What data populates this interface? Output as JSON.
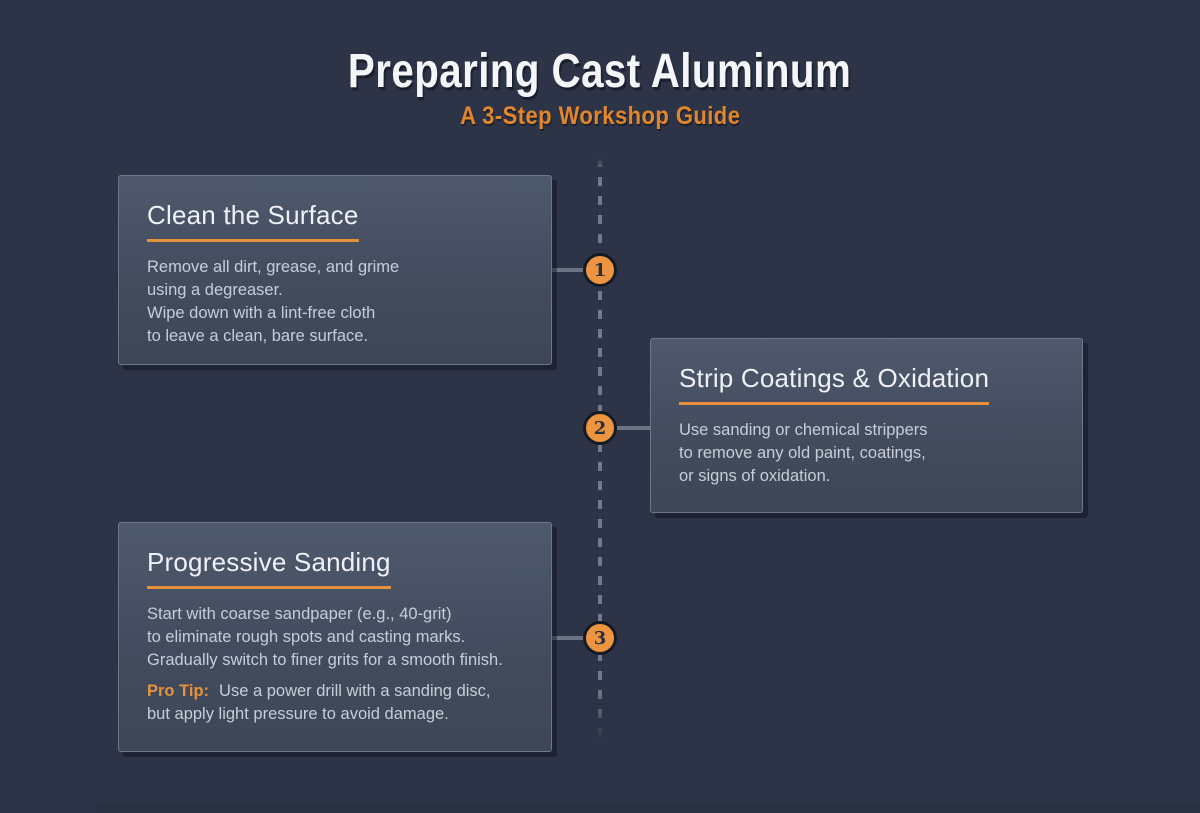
{
  "page": {
    "background_color": "#2d3447",
    "accent_color": "#e8913c",
    "card_top_color": "#4f596d",
    "card_bottom_color": "#3d4656",
    "marker_color": "#ec9440"
  },
  "header": {
    "title": "Preparing Cast Aluminum",
    "subtitle": "A 3-Step Workshop Guide"
  },
  "steps": [
    {
      "number": "1",
      "title": "Clean the Surface",
      "body": "Remove all dirt, grease, and grime\nusing a degreaser.\nWipe down with a lint-free cloth\nto leave a clean, bare surface."
    },
    {
      "number": "2",
      "title": "Strip Coatings & Oxidation",
      "body": "Use sanding or chemical strippers\nto remove any old paint, coatings,\nor signs of oxidation."
    },
    {
      "number": "3",
      "title": "Progressive Sanding",
      "body": "Start with coarse sandpaper (e.g., 40-grit)\nto eliminate rough spots and casting marks.\nGradually switch to finer grits for a smooth finish.",
      "tip_label": "Pro Tip:",
      "tip_text": "Use a power drill with a sanding disc,\nbut apply light pressure to avoid damage."
    }
  ]
}
